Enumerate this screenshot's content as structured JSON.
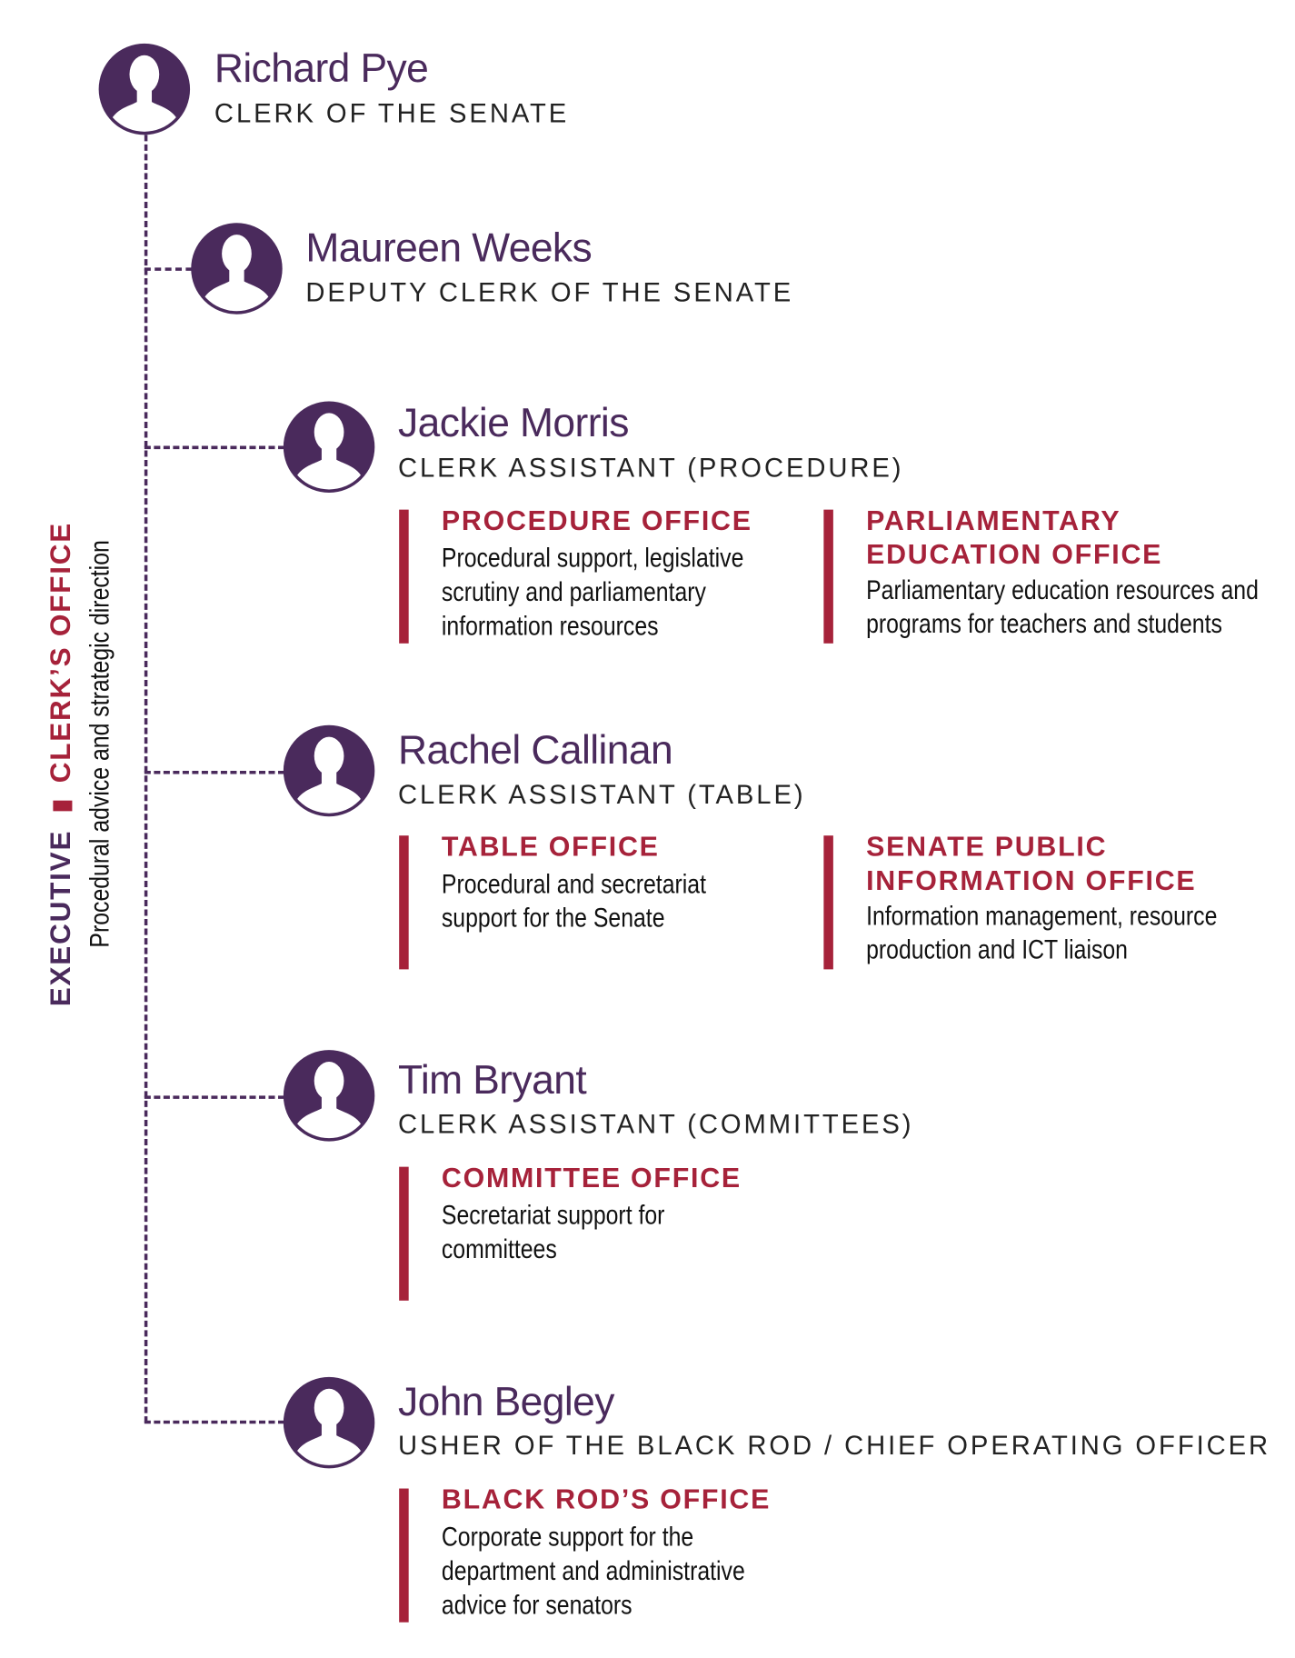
{
  "side_label": {
    "exec": "EXECUTIVE",
    "office": "CLERK’S OFFICE",
    "subtitle": "Procedural advice and strategic direction"
  },
  "colors": {
    "purple": "#4a2a5c",
    "red": "#a6223a"
  },
  "people": [
    {
      "name": "Richard Pye",
      "title": "CLERK OF THE SENATE"
    },
    {
      "name": "Maureen Weeks",
      "title": "DEPUTY CLERK OF THE SENATE"
    },
    {
      "name": "Jackie Morris",
      "title": "CLERK ASSISTANT (PROCEDURE)",
      "offices": [
        {
          "name": "PROCEDURE OFFICE",
          "desc": "Procedural support, legislative scrutiny and parliamentary information resources"
        },
        {
          "name": "PARLIAMENTARY EDUCATION OFFICE",
          "desc": "Parliamentary education resources and programs for teachers and students"
        }
      ]
    },
    {
      "name": "Rachel Callinan",
      "title": "CLERK ASSISTANT (TABLE)",
      "offices": [
        {
          "name": "TABLE OFFICE",
          "desc": "Procedural and secretariat support for the Senate"
        },
        {
          "name": "SENATE PUBLIC INFORMATION OFFICE",
          "desc": "Information management, resource production and ICT liaison"
        }
      ]
    },
    {
      "name": "Tim Bryant",
      "title": "CLERK ASSISTANT (COMMITTEES)",
      "offices": [
        {
          "name": "COMMITTEE OFFICE",
          "desc": "Secretariat support for committees"
        }
      ]
    },
    {
      "name": "John Begley",
      "title": "USHER OF THE BLACK ROD / CHIEF OPERATING OFFICER",
      "offices": [
        {
          "name": "BLACK ROD’S OFFICE",
          "desc": "Corporate support for the department and administrative advice for senators"
        }
      ]
    }
  ]
}
